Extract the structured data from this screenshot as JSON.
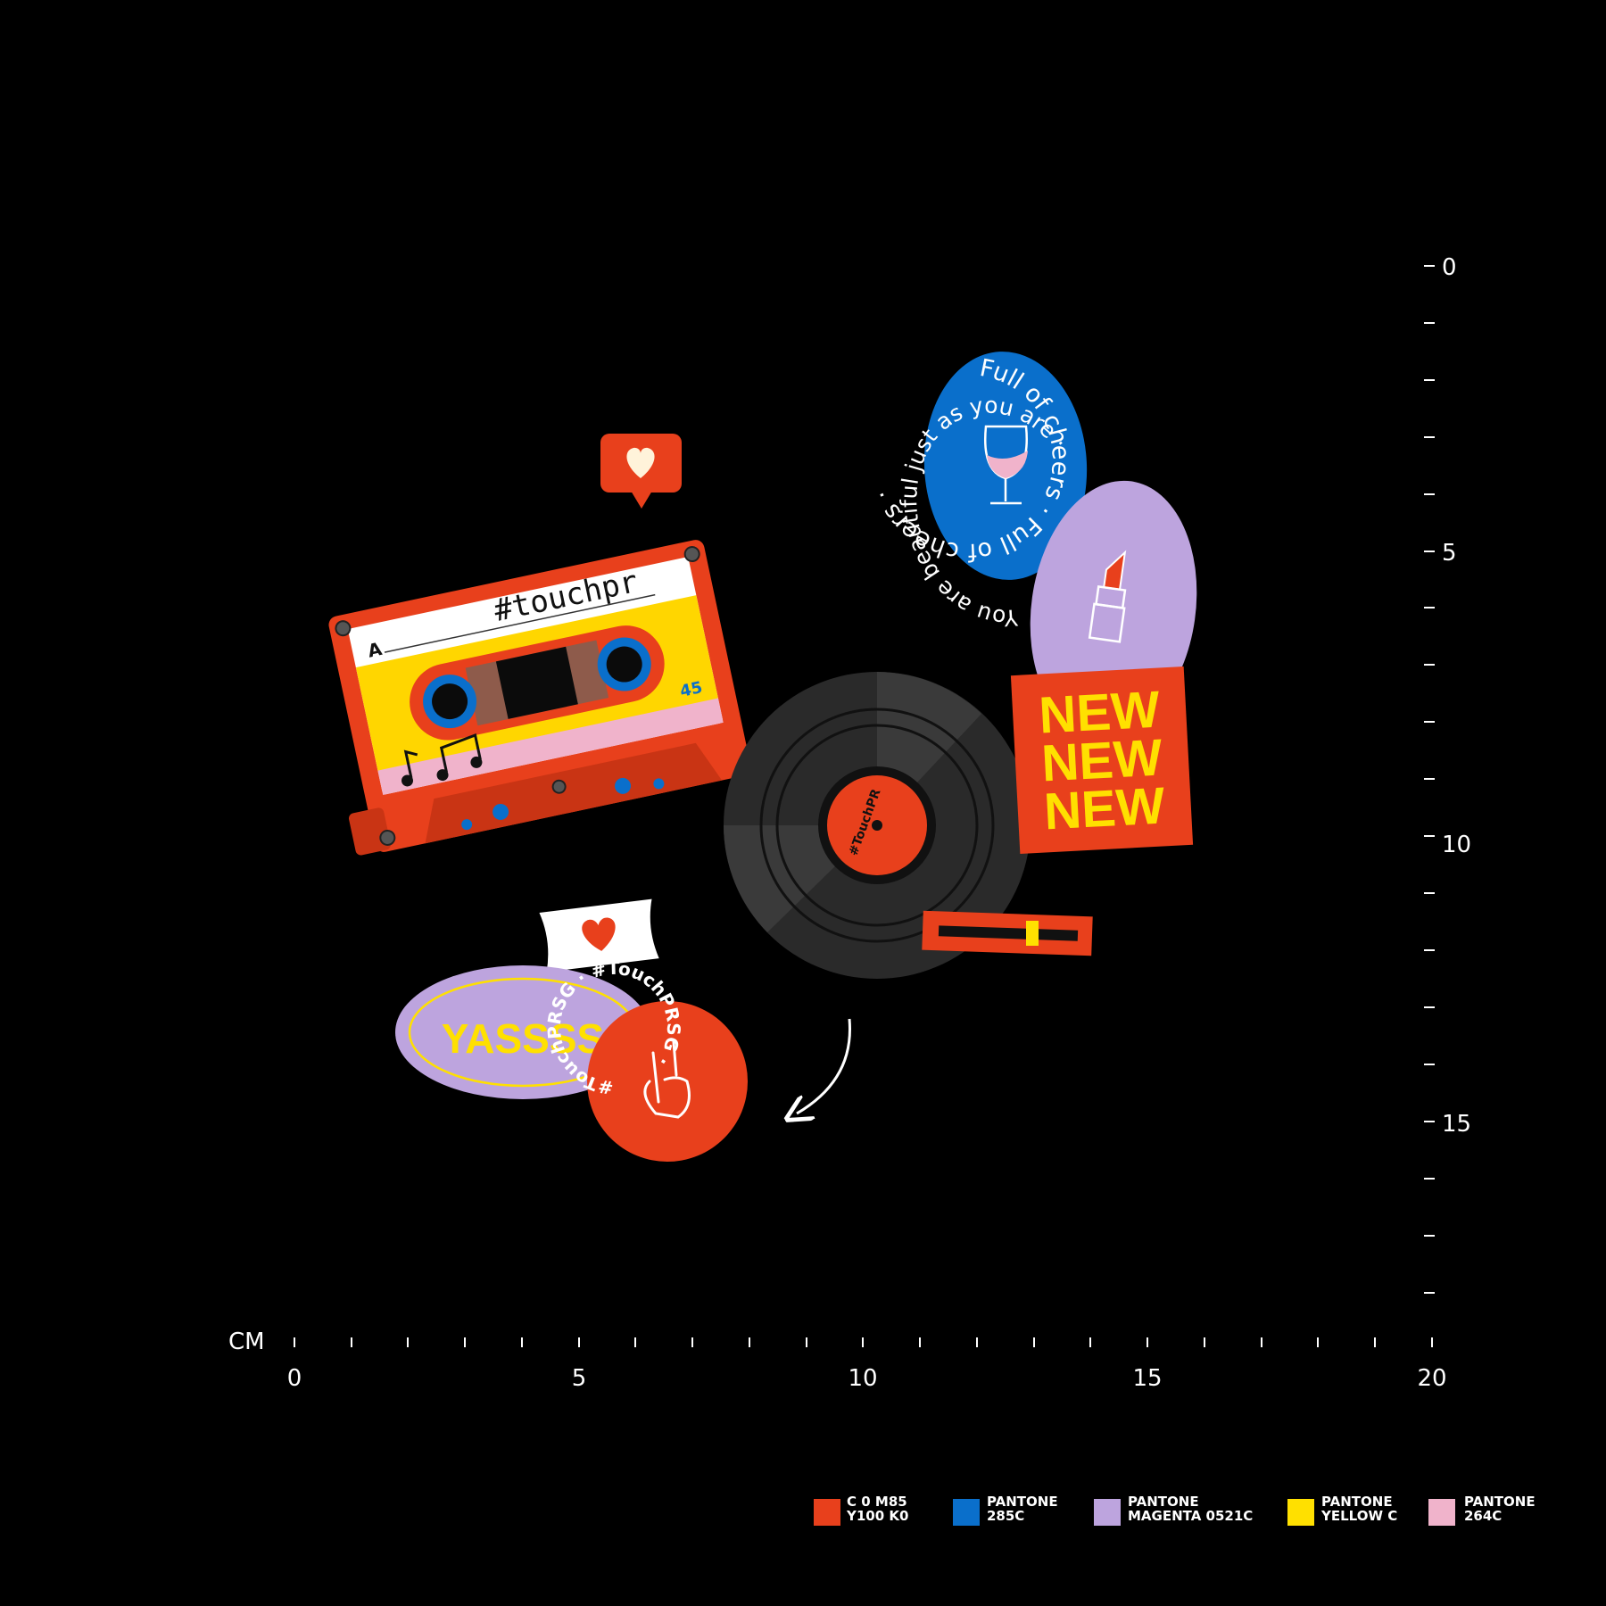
{
  "ruler": {
    "unit_label": "CM",
    "x_ticks": [
      "0",
      "5",
      "10",
      "15",
      "20"
    ],
    "y_ticks": [
      "0",
      "5",
      "10",
      "15"
    ]
  },
  "stickers": {
    "cassette": {
      "side": "A",
      "label": "#touchpr",
      "speed": "45"
    },
    "vinyl": {
      "label": "#TouchPR"
    },
    "cheers": {
      "text": "Full of cheers · Full of cheers ·"
    },
    "beautiful": {
      "text": "You are beautiful just as you are ·"
    },
    "new_sticker": {
      "lines": [
        "NEW",
        "NEW",
        "NEW"
      ]
    },
    "yasss": {
      "text": "YASSSS"
    },
    "touchprsg": {
      "text": "#TouchPRSG · #TouchPRSG · "
    }
  },
  "colors": {
    "orange": "#E8401C",
    "blue": "#0A6FCB",
    "lilac": "#BDA4DE",
    "yellow": "#FFE000",
    "pink": "#F0B3CB"
  },
  "legend": [
    {
      "line1": "C 0 M85",
      "line2": "Y100 K0",
      "color": "#E8401C"
    },
    {
      "line1": "PANTONE",
      "line2": "285C",
      "color": "#0A6FCB"
    },
    {
      "line1": "PANTONE",
      "line2": "MAGENTA 0521C",
      "color": "#BDA4DE"
    },
    {
      "line1": "PANTONE",
      "line2": "YELLOW C",
      "color": "#FFE000"
    },
    {
      "line1": "PANTONE",
      "line2": "264C",
      "color": "#F0B3CB"
    }
  ]
}
